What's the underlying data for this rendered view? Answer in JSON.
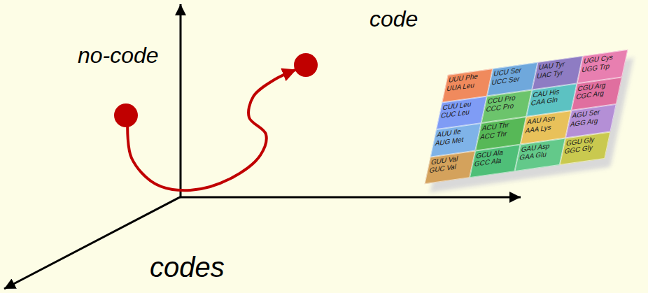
{
  "diagram": {
    "nodes": [
      {
        "text": [
          "no-code"
        ]
      },
      {
        "text": [
          "code"
        ]
      }
    ],
    "edges": [
      {
        "from": 0,
        "to": 1,
        "arrow": "to"
      }
    ],
    "labels": [
      "codes",
      "UUU Phe",
      "UUA Leu",
      "UCU Ser",
      "UCC Ser",
      "UAU Tyr",
      "UAC Tyr",
      "UGU Cys",
      "UGG Trp",
      "CUU Leu",
      "CUC Leu",
      "CCU Pro",
      "CCC Pro",
      "CAU His",
      "CAA Gln",
      "CGU Arg",
      "CGC Arg",
      "AUU Ile",
      "AUG Met",
      "ACU Thr",
      "ACC Thr",
      "AAU Asn",
      "AAA Lys",
      "AGU Ser",
      "AGG Arg",
      "GUU Val",
      "GUC Val",
      "GCU Ala",
      "GCC Ala",
      "GAU Asp",
      "GAA Glu",
      "GGU Gly",
      "GGC Gly"
    ]
  }
}
